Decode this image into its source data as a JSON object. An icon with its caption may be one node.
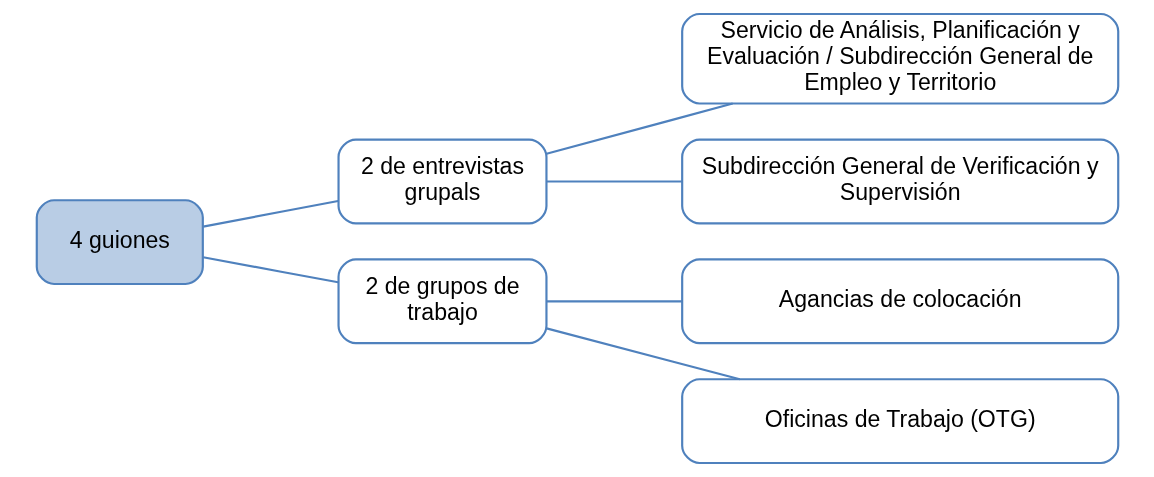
{
  "diagram": {
    "nodes": [
      {
        "text": [
          "4 guiones"
        ]
      },
      {
        "text": [
          "2 de entrevistas grupals"
        ]
      },
      {
        "text": [
          "2 de grupos de trabajo"
        ]
      },
      {
        "text": [
          "Servicio de Análisis, Planificación y Evaluación / Subdirección General de Empleo y Territorio"
        ]
      },
      {
        "text": [
          "Subdirección General de Verificación y Supervisión"
        ]
      },
      {
        "text": [
          "Agancias de colocación"
        ]
      },
      {
        "text": [
          "Oficinas de Trabajo (OTG)"
        ]
      }
    ],
    "edges": [
      {
        "from": 0,
        "to": 1,
        "arrow": "none"
      },
      {
        "from": 0,
        "to": 2,
        "arrow": "none"
      },
      {
        "from": 1,
        "to": 3,
        "arrow": "none"
      },
      {
        "from": 1,
        "to": 4,
        "arrow": "none"
      },
      {
        "from": 2,
        "to": 5,
        "arrow": "none"
      },
      {
        "from": 2,
        "to": 6,
        "arrow": "none"
      }
    ]
  }
}
